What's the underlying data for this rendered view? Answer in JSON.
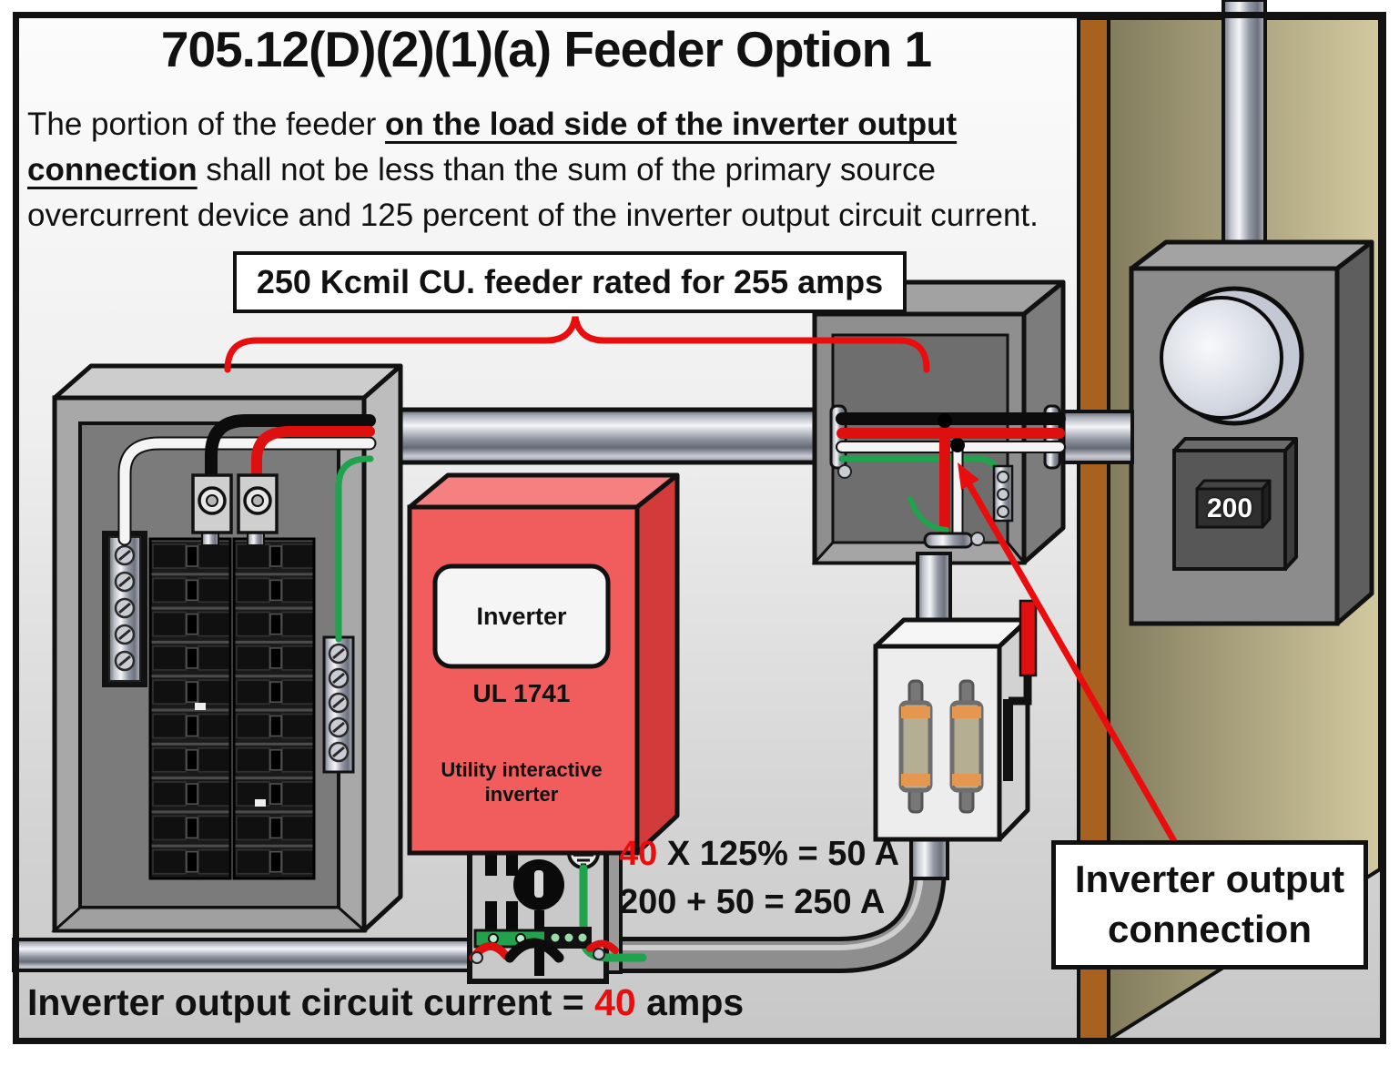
{
  "header": {
    "title": "705.12(D)(2)(1)(a) Feeder Option 1"
  },
  "description": {
    "lead": "The portion of the feeder ",
    "emphasis": "on the load side of the inverter output connection",
    "rest": " shall not be less than the sum of the primary source overcurrent device and 125 percent of the inverter output circuit current."
  },
  "labels": {
    "feeder_callout": "250 Kcmil CU. feeder rated for 255 amps",
    "connection_callout": "Inverter output connection",
    "meter_breaker_rating": "200"
  },
  "inverter": {
    "nameplate": "Inverter",
    "listing": "UL 1741",
    "type": "Utility interactive inverter"
  },
  "calculations": {
    "line1_current": "40",
    "line1_rest": " X 125% = 50 A",
    "line2": "200 + 50 = 250 A"
  },
  "footer": {
    "prefix": "Inverter output circuit current = ",
    "current": "40",
    "suffix": " amps"
  },
  "colors": {
    "annotation_red": "#e90d0d",
    "inverter_red": "#f15c5c",
    "wire_green": "#1fa34d",
    "wire_red": "#dd0f0f",
    "wall_tan": "#b2ab84",
    "stud_brown": "#a9611f",
    "panel_gray": "#a8a8a8"
  }
}
